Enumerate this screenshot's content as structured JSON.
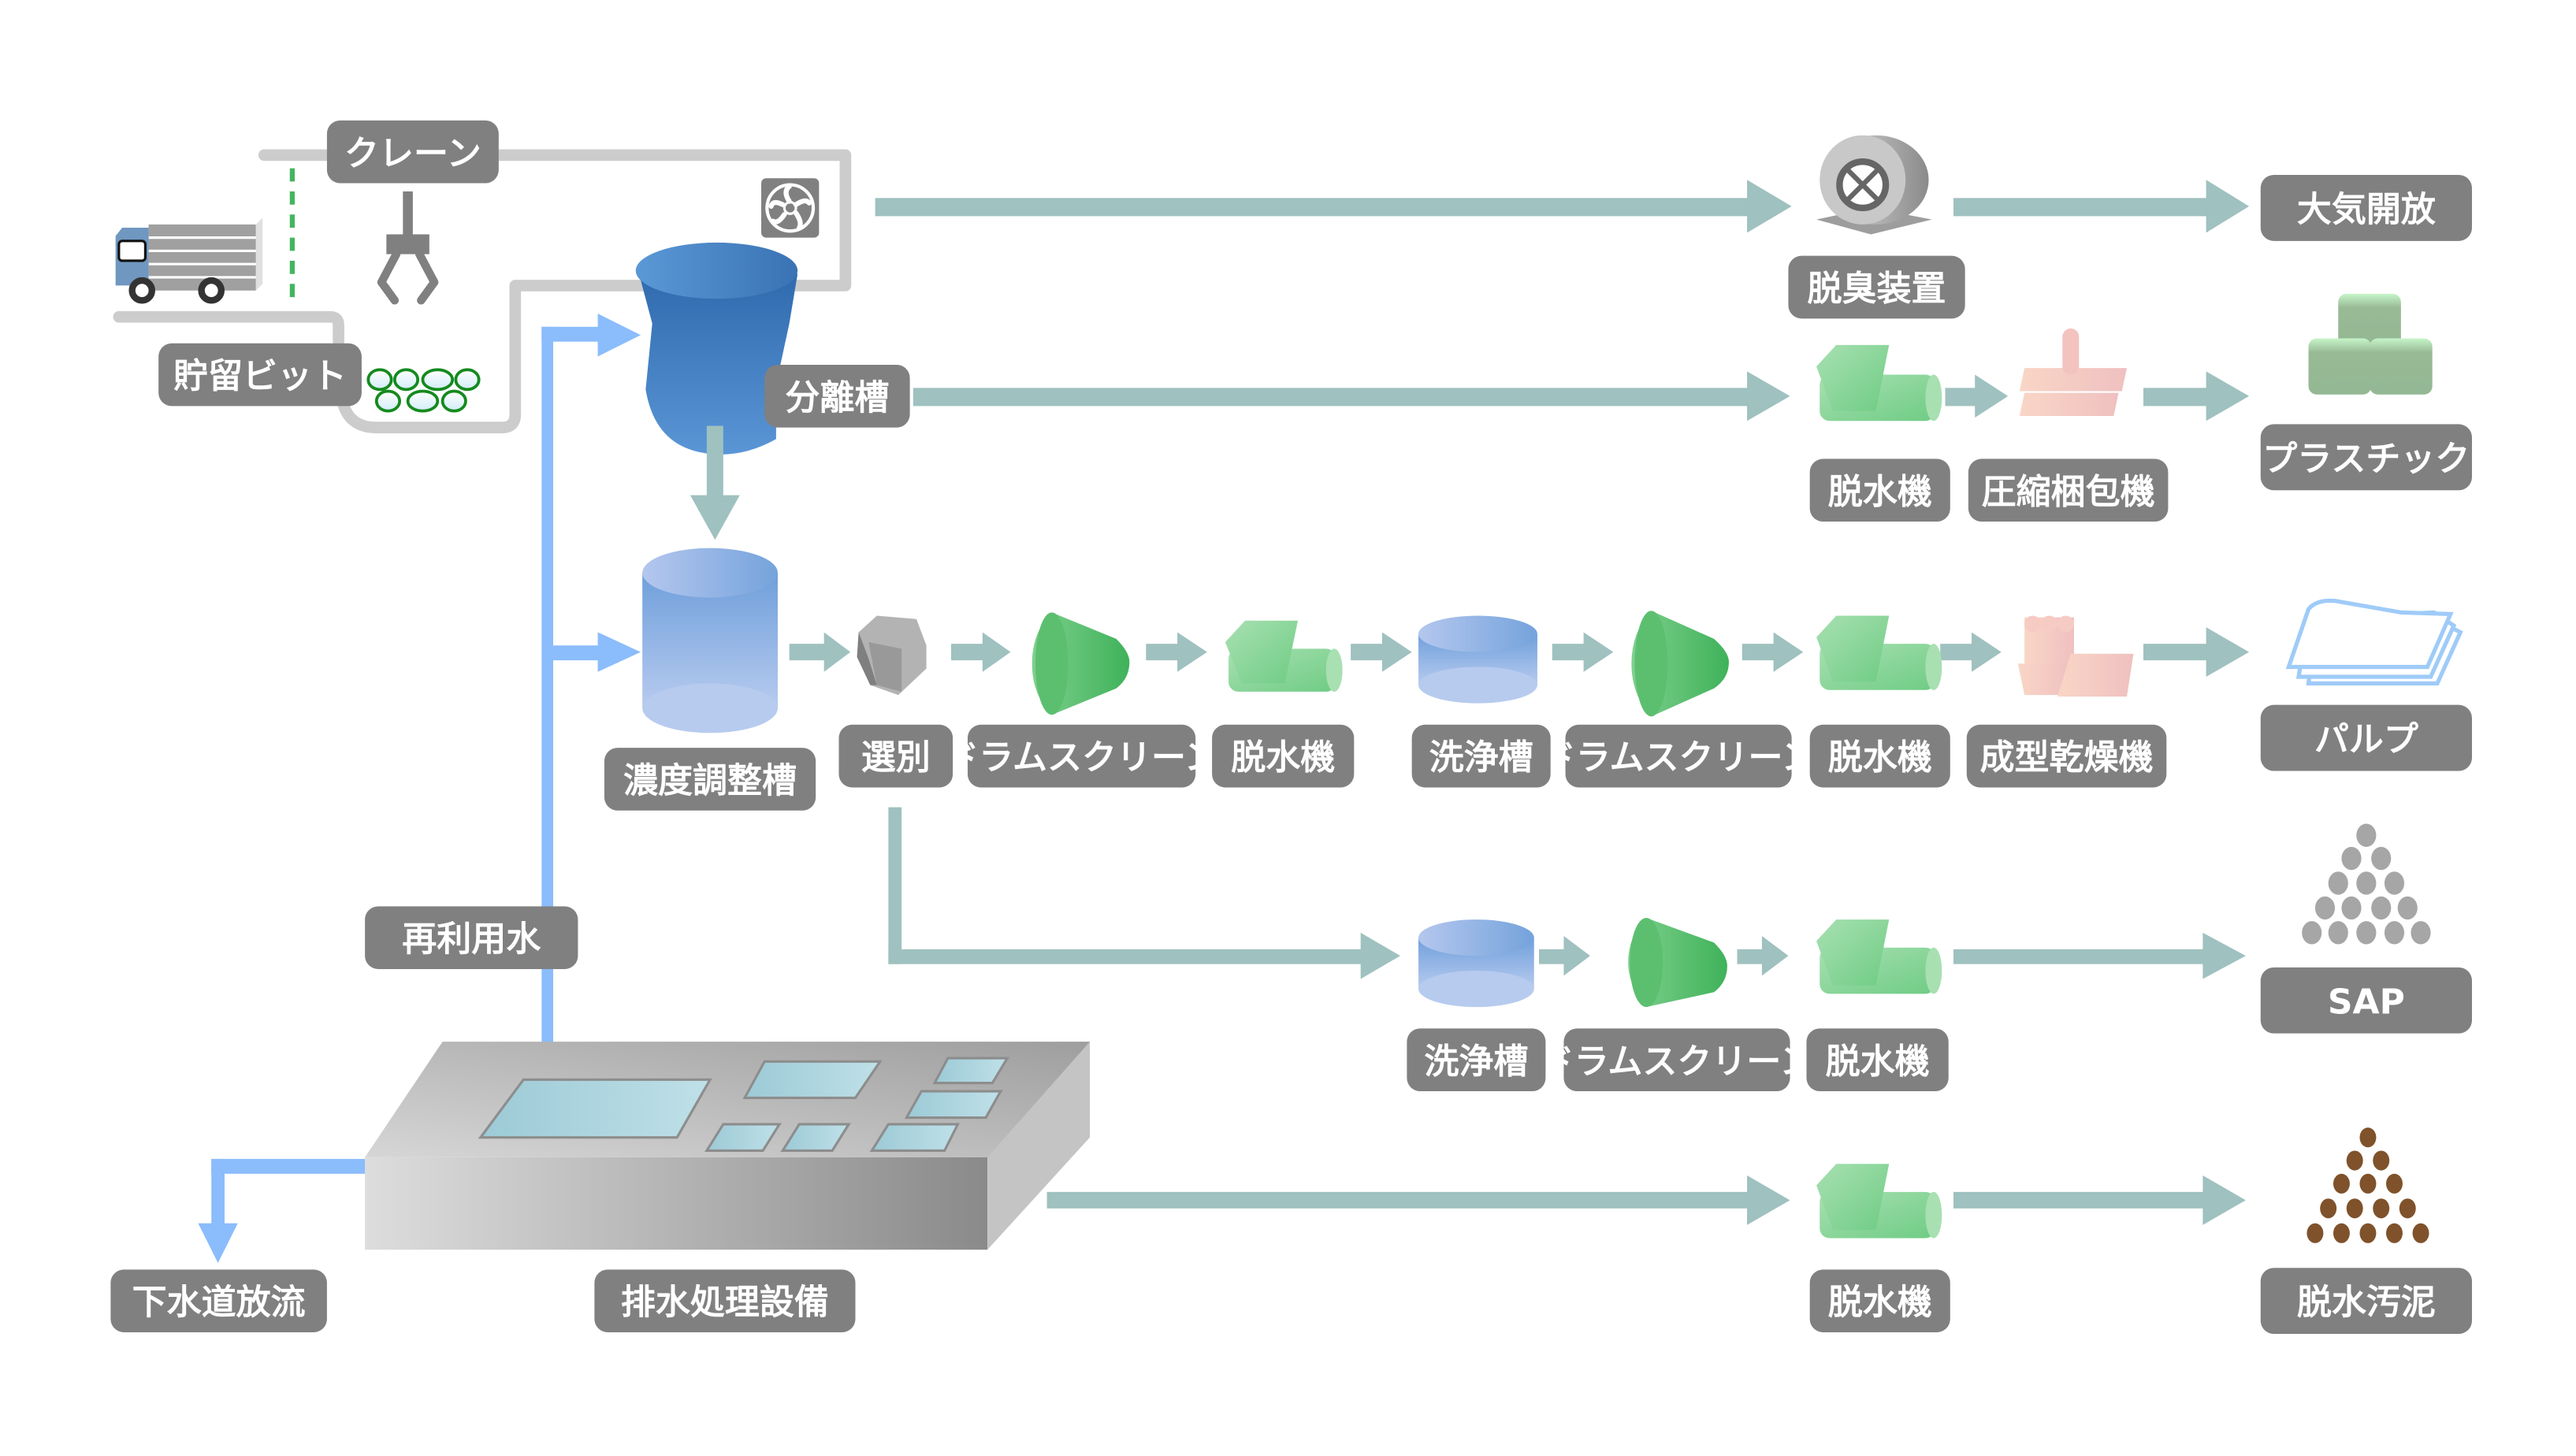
{
  "title": "Paper diaper recycling process flow",
  "colors": {
    "label_bg": "#808080",
    "label_text": "#ffffff",
    "flow_arrow": "#9fc1bf",
    "water_arrow": "#8bbcfb",
    "frame_line": "#cccccc",
    "separator_blue": "#3f7fc0",
    "drum_green": "#4fbb66",
    "dewater_green": "#8fd79c",
    "press_pink": "#f4c4bd",
    "sludge_brown": "#7f522b",
    "sap_gray": "#a6a6a6"
  },
  "labels": {
    "crane": "クレーン",
    "storage_pit": "貯留ビット",
    "separation_tank": "分離槽",
    "concentration_tank": "濃度調整槽",
    "sorting": "選別",
    "drum_screen_1": "ドラムスクリーン",
    "dewater_1": "脱水機",
    "wash_tank_1": "洗浄槽",
    "drum_screen_2": "ドラムスクリーン",
    "dewater_2": "脱水機",
    "molding_dryer": "成型乾燥機",
    "pulp": "パルプ",
    "deodorizer": "脱臭装置",
    "atmosphere_release": "大気開放",
    "dewater_plastic": "脱水機",
    "compression_baler": "圧縮梱包機",
    "plastic": "プラスチック",
    "reuse_water": "再利用水",
    "wash_tank_2": "洗浄槽",
    "drum_screen_3": "ドラムスクリーン",
    "dewater_3": "脱水機",
    "sap": "SAP",
    "wastewater_facility": "排水処理設備",
    "sewer_discharge": "下水道放流",
    "dewater_sludge": "脱水機",
    "dewatered_sludge": "脱水汚泥"
  },
  "icons": {
    "truck": "truck-icon",
    "crane_claw": "crane-claw-icon",
    "fan": "exhaust-fan-icon",
    "waste_pellets": "waste-pellets-icon",
    "separator": "separator-tank-icon",
    "cylinder_tank": "cylinder-tank-icon",
    "sorter": "sorter-icon",
    "drum_screen": "drum-screen-icon",
    "dewater": "dewatering-machine-icon",
    "press": "compression-press-icon",
    "plastic_cubes": "plastic-cubes-icon",
    "dryer": "molding-dryer-icon",
    "pulp_sheets": "pulp-sheets-icon",
    "deodorizer": "deodorizer-icon",
    "sap_pile": "sap-pile-icon",
    "sludge_pile": "sludge-pile-icon",
    "treatment_facility": "treatment-facility-icon"
  }
}
